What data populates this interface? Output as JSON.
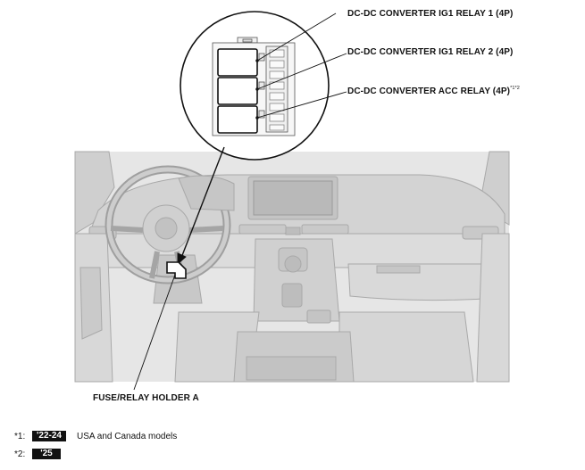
{
  "callouts": {
    "relay1": "DC-DC CONVERTER IG1 RELAY 1 (4P)",
    "relay2": "DC-DC CONVERTER IG1 RELAY 2 (4P)",
    "relay3": "DC-DC CONVERTER ACC RELAY (4P)",
    "relay3_superscript": "*1*2",
    "holder": "FUSE/RELAY HOLDER A"
  },
  "notes": [
    {
      "mark": "*1:",
      "badge": "'22-24",
      "text": "USA and Canada models"
    },
    {
      "mark": "*2:",
      "badge": "'25",
      "text": ""
    }
  ],
  "colors": {
    "dashboard_fill": "#dcdcdc",
    "dashboard_line": "#a9a9a9",
    "leader_line": "#111111",
    "badge_bg": "#111111"
  }
}
